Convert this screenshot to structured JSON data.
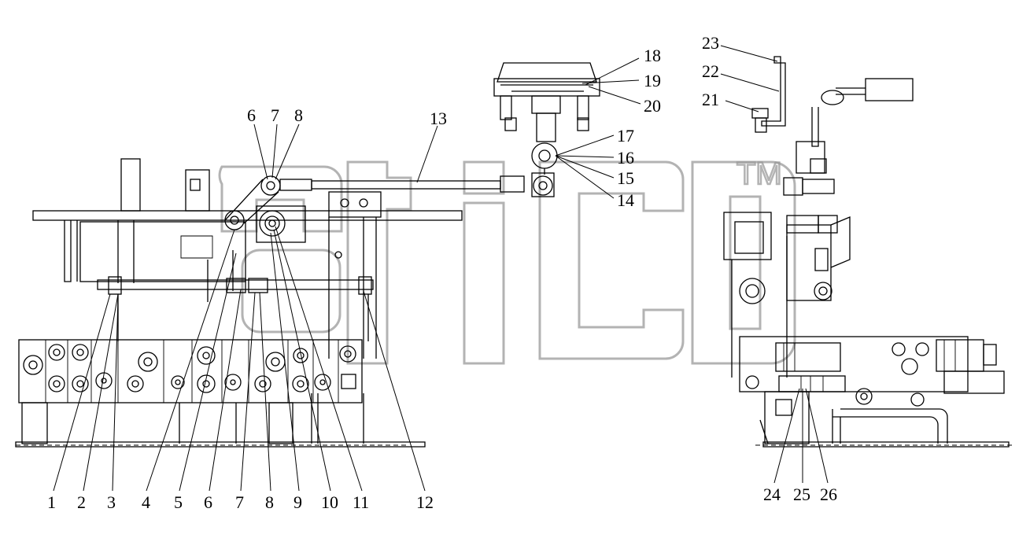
{
  "watermark": {
    "trademark": "TM"
  },
  "callouts": [
    {
      "id": "c1",
      "text": "1"
    },
    {
      "id": "c2",
      "text": "2"
    },
    {
      "id": "c3",
      "text": "3"
    },
    {
      "id": "c4",
      "text": "4"
    },
    {
      "id": "c5",
      "text": "5"
    },
    {
      "id": "c6",
      "text": "6"
    },
    {
      "id": "c7",
      "text": "7"
    },
    {
      "id": "c8",
      "text": "8"
    },
    {
      "id": "c9",
      "text": "9"
    },
    {
      "id": "c10",
      "text": "10"
    },
    {
      "id": "c11",
      "text": "11"
    },
    {
      "id": "c12",
      "text": "12"
    },
    {
      "id": "c6b",
      "text": "6"
    },
    {
      "id": "c7b",
      "text": "7"
    },
    {
      "id": "c8b",
      "text": "8"
    },
    {
      "id": "c13",
      "text": "13"
    },
    {
      "id": "c14",
      "text": "14"
    },
    {
      "id": "c15",
      "text": "15"
    },
    {
      "id": "c16",
      "text": "16"
    },
    {
      "id": "c17",
      "text": "17"
    },
    {
      "id": "c18",
      "text": "18"
    },
    {
      "id": "c19",
      "text": "19"
    },
    {
      "id": "c20",
      "text": "20"
    },
    {
      "id": "c21",
      "text": "21"
    },
    {
      "id": "c22",
      "text": "22"
    },
    {
      "id": "c23",
      "text": "23"
    },
    {
      "id": "c24",
      "text": "24"
    },
    {
      "id": "c25",
      "text": "25"
    },
    {
      "id": "c26",
      "text": "26"
    }
  ]
}
